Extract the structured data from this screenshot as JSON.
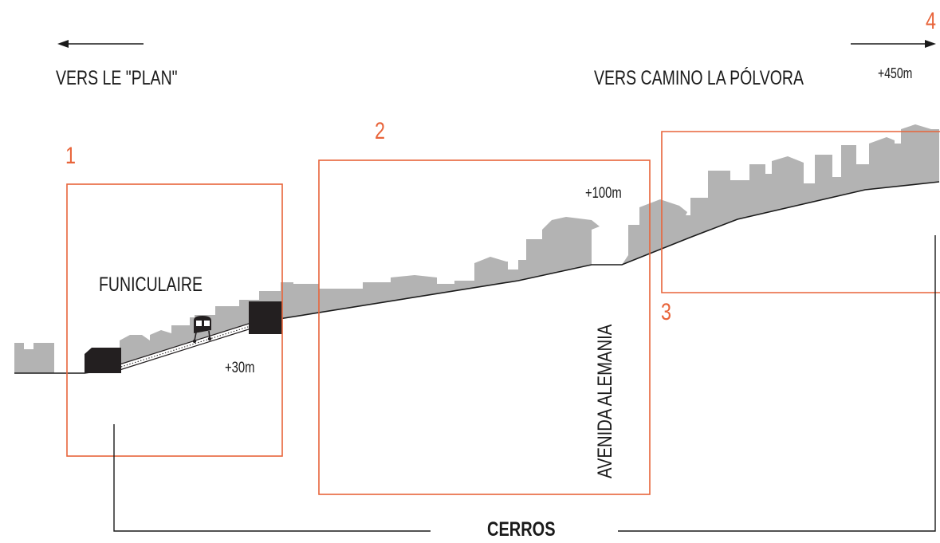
{
  "labels": {
    "left_direction": "VERS LE \"PLAN\"",
    "right_direction": "VERS CAMINO LA PÓLVORA",
    "funicular": "FUNICULAIRE",
    "street": "AVENIDA ALEMANIA",
    "hills": "CERROS"
  },
  "elevations": {
    "funicular_top": "+30m",
    "avenida": "+100m",
    "polvora": "+450m"
  },
  "zones": [
    {
      "number": "1"
    },
    {
      "number": "2"
    },
    {
      "number": "3"
    },
    {
      "number": "4"
    }
  ],
  "colors": {
    "zone_frame": "#e8643a",
    "buildings": "#b3b3b3",
    "stations": "#231f20",
    "lines": "#1a1a1a"
  }
}
